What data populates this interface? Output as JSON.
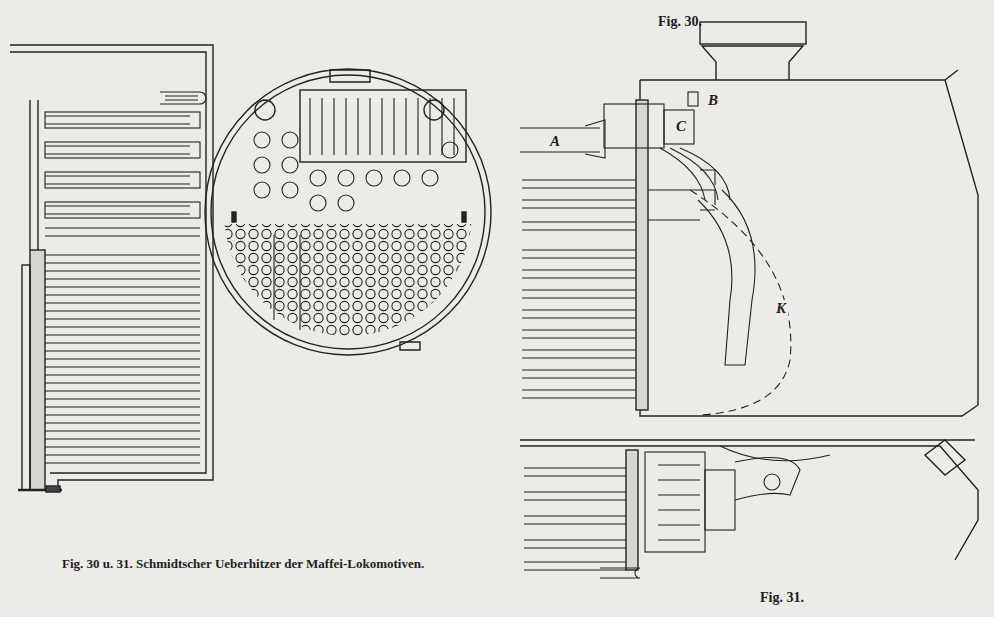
{
  "diagram": {
    "caption": "Fig. 30 u. 31. Schmidtscher Ueberhitzer der Maffei-Lokomotiven.",
    "labels": [
      "Fig. 30.",
      "Fig. 31.",
      "A",
      "B",
      "C",
      "K"
    ]
  }
}
